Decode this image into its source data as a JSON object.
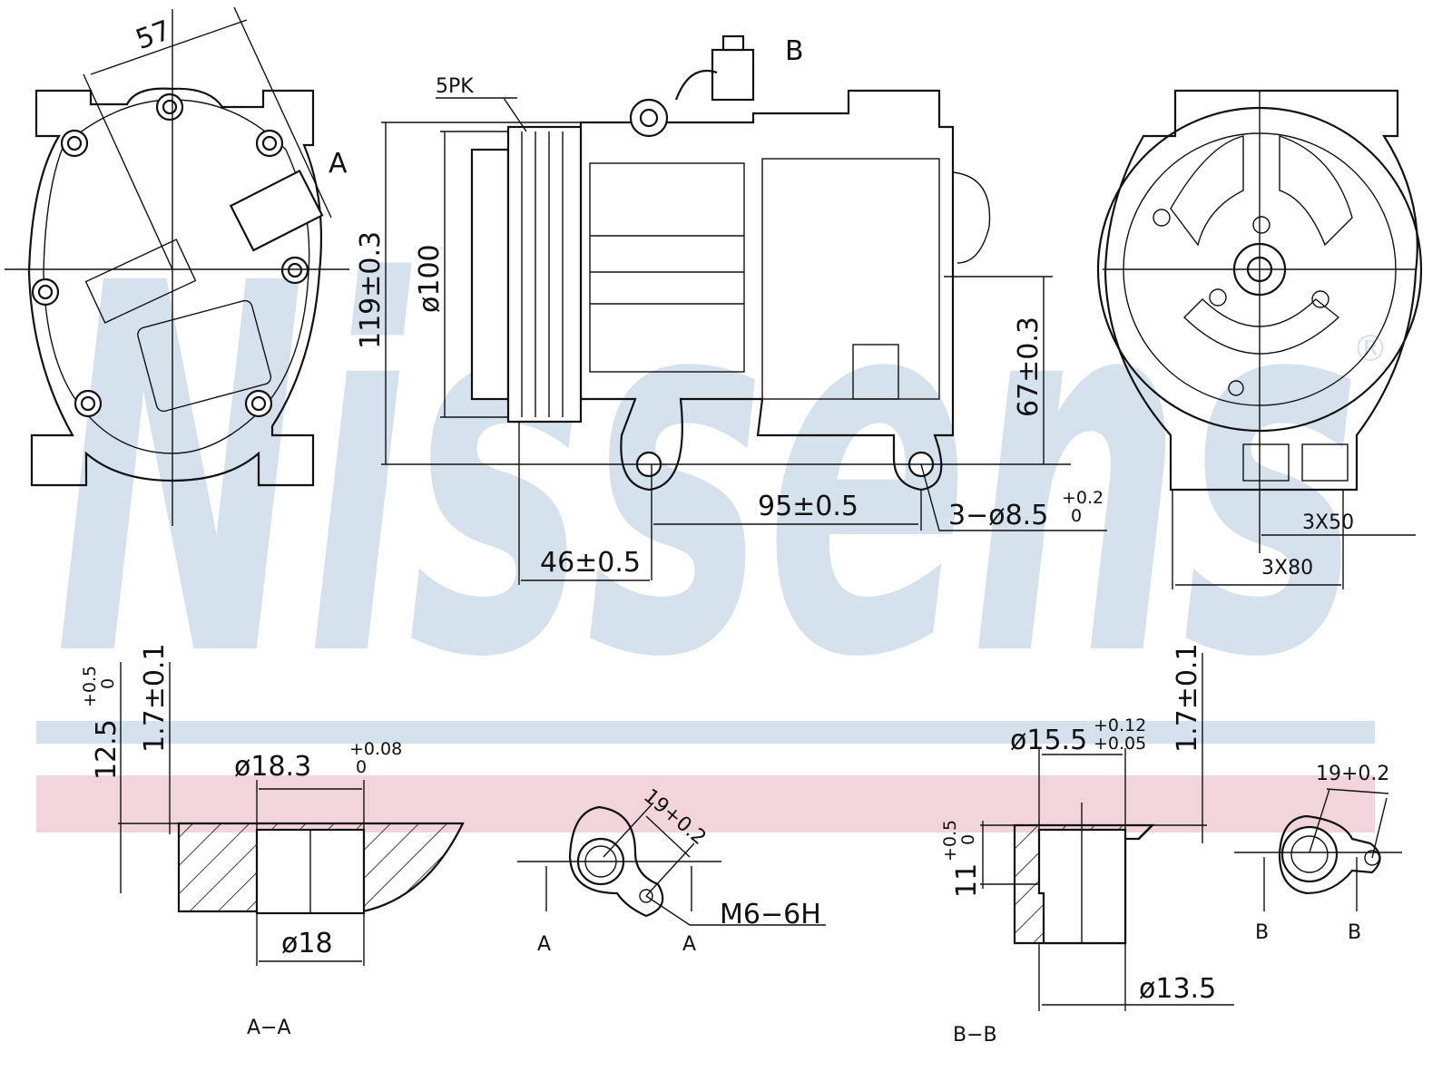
{
  "watermark": {
    "brand": "Nissens",
    "registered": "®",
    "band_blue": "#d5e1ec",
    "band_pink": "#f2d5dc"
  },
  "front_view": {
    "dim_angle": "57",
    "section_marker": "A"
  },
  "side_view": {
    "belt": "5PK",
    "connector_marker": "B",
    "height": "119±0.3",
    "pulley_diameter": "ø100",
    "mount_height": "67±0.3",
    "mount_spacing": "95±0.5",
    "pulley_offset": "46±0.5",
    "holes": "3−ø8.5",
    "holes_tol_upper": "+0.2",
    "holes_tol_lower": "0"
  },
  "rear_view": {
    "dim_small": "3X50",
    "dim_large": "3X80"
  },
  "section_aa": {
    "title": "A−A",
    "depth": "12.5",
    "depth_tol_upper": "+0.5",
    "depth_tol_lower": "0",
    "chamfer": "1.7±0.1",
    "bore": "ø18.3",
    "bore_tol_upper": "+0.08",
    "bore_tol_lower": "0",
    "inner": "ø18"
  },
  "port_a": {
    "spacing": "19+0.2",
    "thread": "M6−6H",
    "marker_left": "A",
    "marker_right": "A"
  },
  "section_bb": {
    "title": "B−B",
    "depth": "11",
    "depth_tol_upper": "+0.5",
    "depth_tol_lower": "0",
    "chamfer": "1.7±0.1",
    "bore": "ø15.5",
    "bore_tol_upper": "+0.12",
    "bore_tol_lower": "+0.05",
    "inner": "ø13.5"
  },
  "port_b": {
    "spacing": "19+0.2",
    "marker_left": "B",
    "marker_right": "B"
  }
}
